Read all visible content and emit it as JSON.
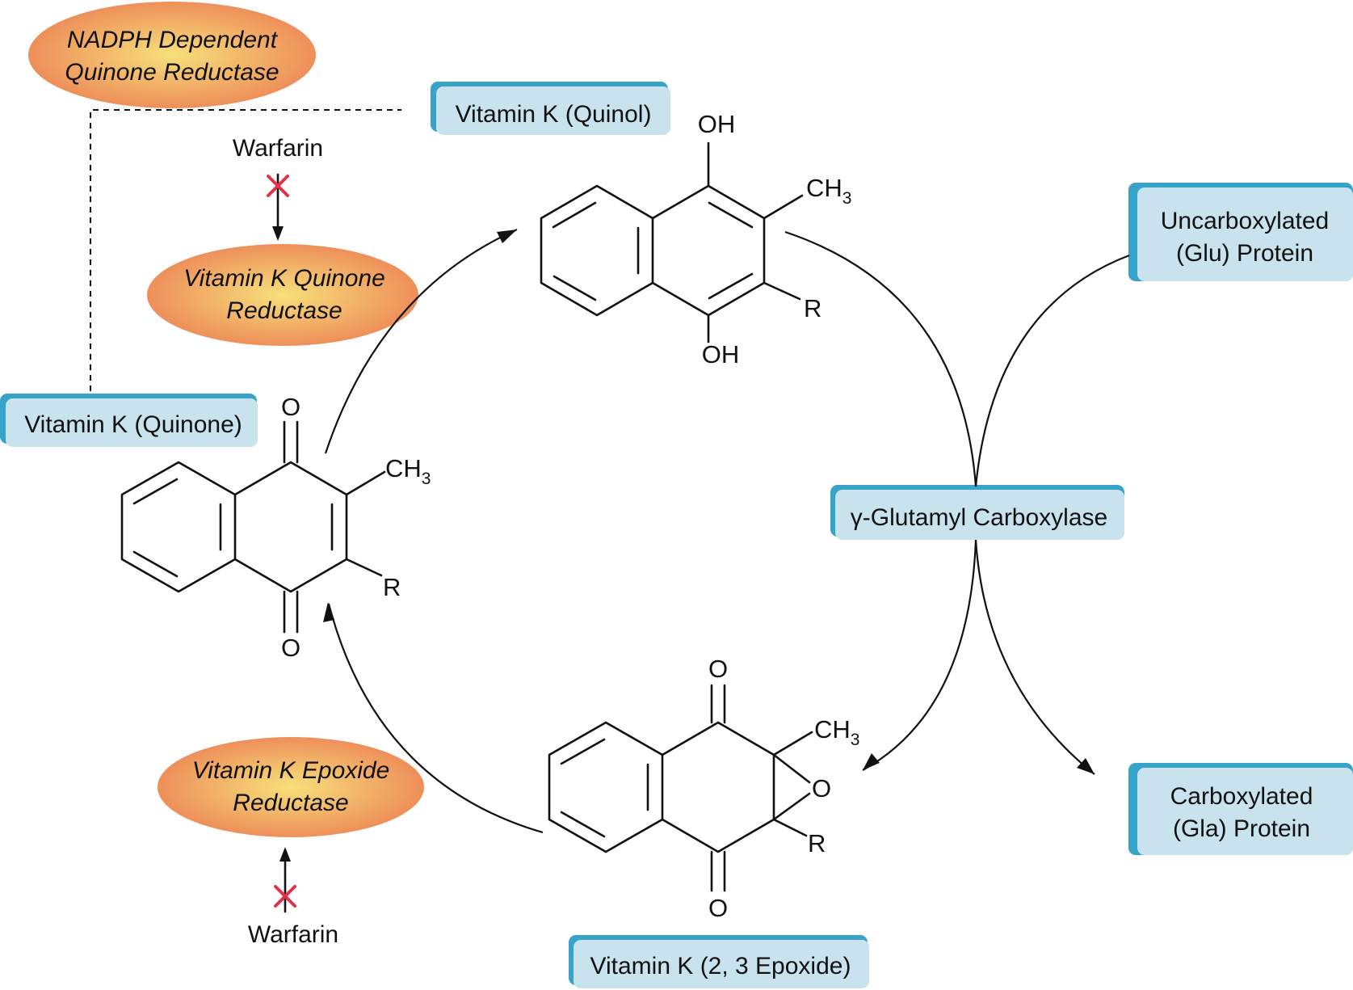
{
  "colors": {
    "box_fill": "#c9e3ee",
    "box_accent": "#38a3c8",
    "enzyme_center": "#f7e07a",
    "enzyme_edge": "#ee8f5a",
    "inhibit_cross": "#e0334a"
  },
  "boxes": {
    "quinol": "Vitamin K (Quinol)",
    "quinone": "Vitamin K (Quinone)",
    "epoxide": "Vitamin K (2, 3 Epoxide)",
    "carboxylase": "γ-Glutamyl Carboxylase",
    "glu_line1": "Uncarboxylated",
    "glu_line2": "(Glu) Protein",
    "gla_line1": "Carboxylated",
    "gla_line2": "(Gla) Protein"
  },
  "enzymes": {
    "nadph_line1": "NADPH Dependent",
    "nadph_line2": "Quinone Reductase",
    "vkqr_line1": "Vitamin K Quinone",
    "vkqr_line2": "Reductase",
    "vkor_line1": "Vitamin K Epoxide",
    "vkor_line2": "Reductase"
  },
  "inhibitors": {
    "top": "Warfarin",
    "bottom": "Warfarin"
  },
  "atoms": {
    "oh": "OH",
    "o": "O",
    "ch": "CH",
    "sub3": "3",
    "r": "R"
  },
  "icons": {
    "inhibition": "red-x-icon",
    "arrowhead": "arrowhead-icon"
  }
}
